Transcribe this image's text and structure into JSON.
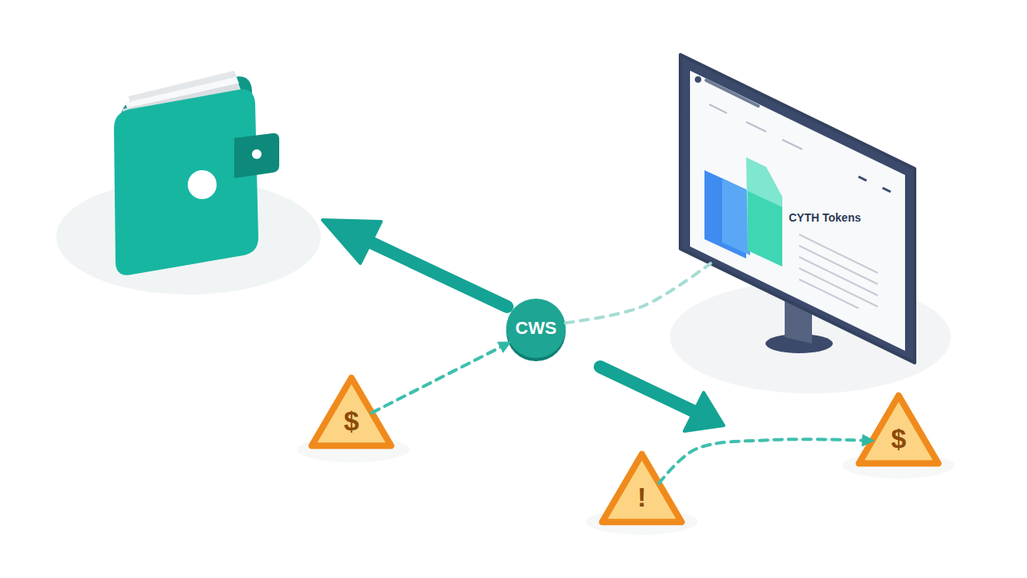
{
  "diagram": {
    "nodes": [
      {
        "text": [
          "CYTH Tokens"
        ]
      },
      {
        "text": [
          "CWS"
        ]
      },
      {
        "text": [
          "$"
        ]
      },
      {
        "text": [
          "$"
        ]
      },
      {
        "text": [
          "!"
        ]
      }
    ],
    "edges": [
      {
        "from": 2,
        "to": 1,
        "arrow": "to"
      },
      {
        "from": 1,
        "to": 0,
        "arrow": "none"
      },
      {
        "from": 4,
        "to": 3,
        "arrow": "to"
      }
    ]
  }
}
